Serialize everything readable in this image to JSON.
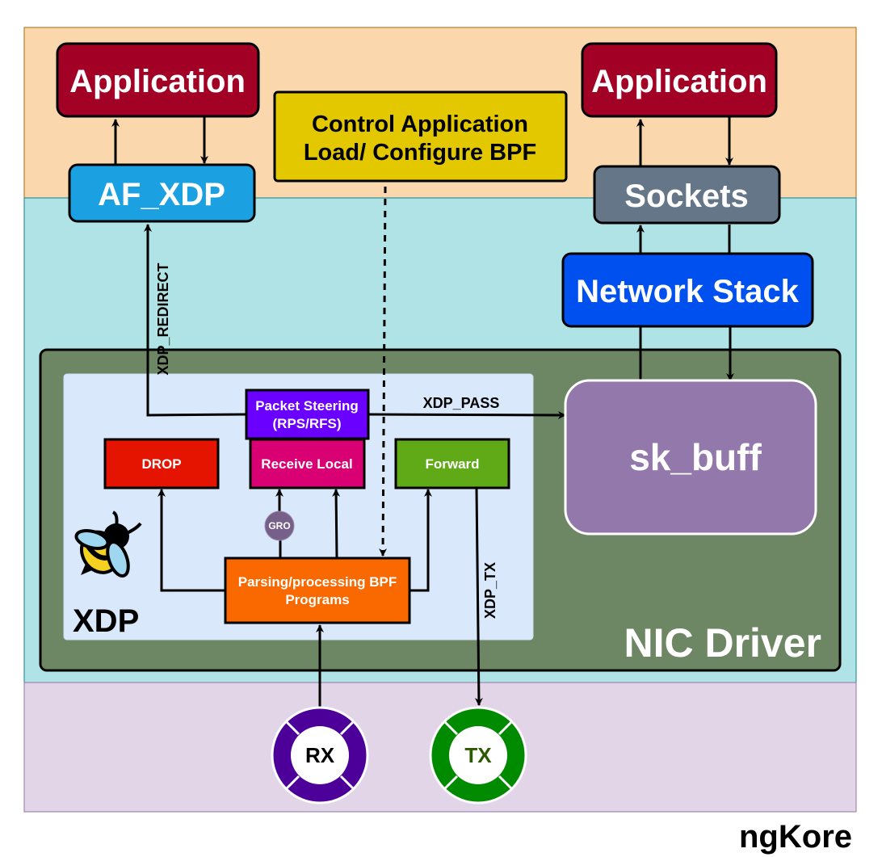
{
  "layers": {
    "user_space": {
      "color": "#fad7ac"
    },
    "kernel": {
      "color": "#b0e3e6"
    },
    "hardware": {
      "color": "#e1d5e7"
    }
  },
  "nodes": {
    "app_left": {
      "label": "Application",
      "fill": "#a20025"
    },
    "app_right": {
      "label": "Application",
      "fill": "#a20025"
    },
    "control_app": {
      "line1": "Control Application",
      "line2": "Load/ Configure BPF",
      "fill": "#e3c800"
    },
    "af_xdp": {
      "label": "AF_XDP",
      "fill": "#1ba1e2"
    },
    "sockets": {
      "label": "Sockets",
      "fill": "#647687"
    },
    "network_stack": {
      "label": "Network Stack",
      "fill": "#0050ef"
    },
    "nic_driver": {
      "label": "NIC Driver",
      "fill": "#6d8764"
    },
    "xdp": {
      "label": "XDP",
      "fill": "#dae8fc"
    },
    "sk_buff": {
      "label": "sk_buff",
      "fill": "#9378ab"
    },
    "packet_steering": {
      "line1": "Packet Steering",
      "line2": "(RPS/RFS)",
      "fill": "#6a00ff"
    },
    "drop": {
      "label": "DROP",
      "fill": "#e51400"
    },
    "receive_local": {
      "label": "Receive Local",
      "fill": "#d80073"
    },
    "forward": {
      "label": "Forward",
      "fill": "#60a917"
    },
    "parsing": {
      "line1": "Parsing/processing BPF",
      "line2": "Programs",
      "fill": "#fa6800"
    },
    "gro": {
      "label": "GRO",
      "fill": "#76608a"
    },
    "rx": {
      "label": "RX",
      "fill": "#4c0099"
    },
    "tx": {
      "label": "TX",
      "fill": "#008a00"
    }
  },
  "edges": {
    "xdp_redirect": {
      "label": "XDP_REDIRECT"
    },
    "xdp_pass": {
      "label": "XDP_PASS"
    },
    "xdp_tx": {
      "label": "XDP_TX"
    }
  },
  "brand": {
    "label": "ngKore"
  },
  "icons": {
    "bee": "bee-icon"
  }
}
